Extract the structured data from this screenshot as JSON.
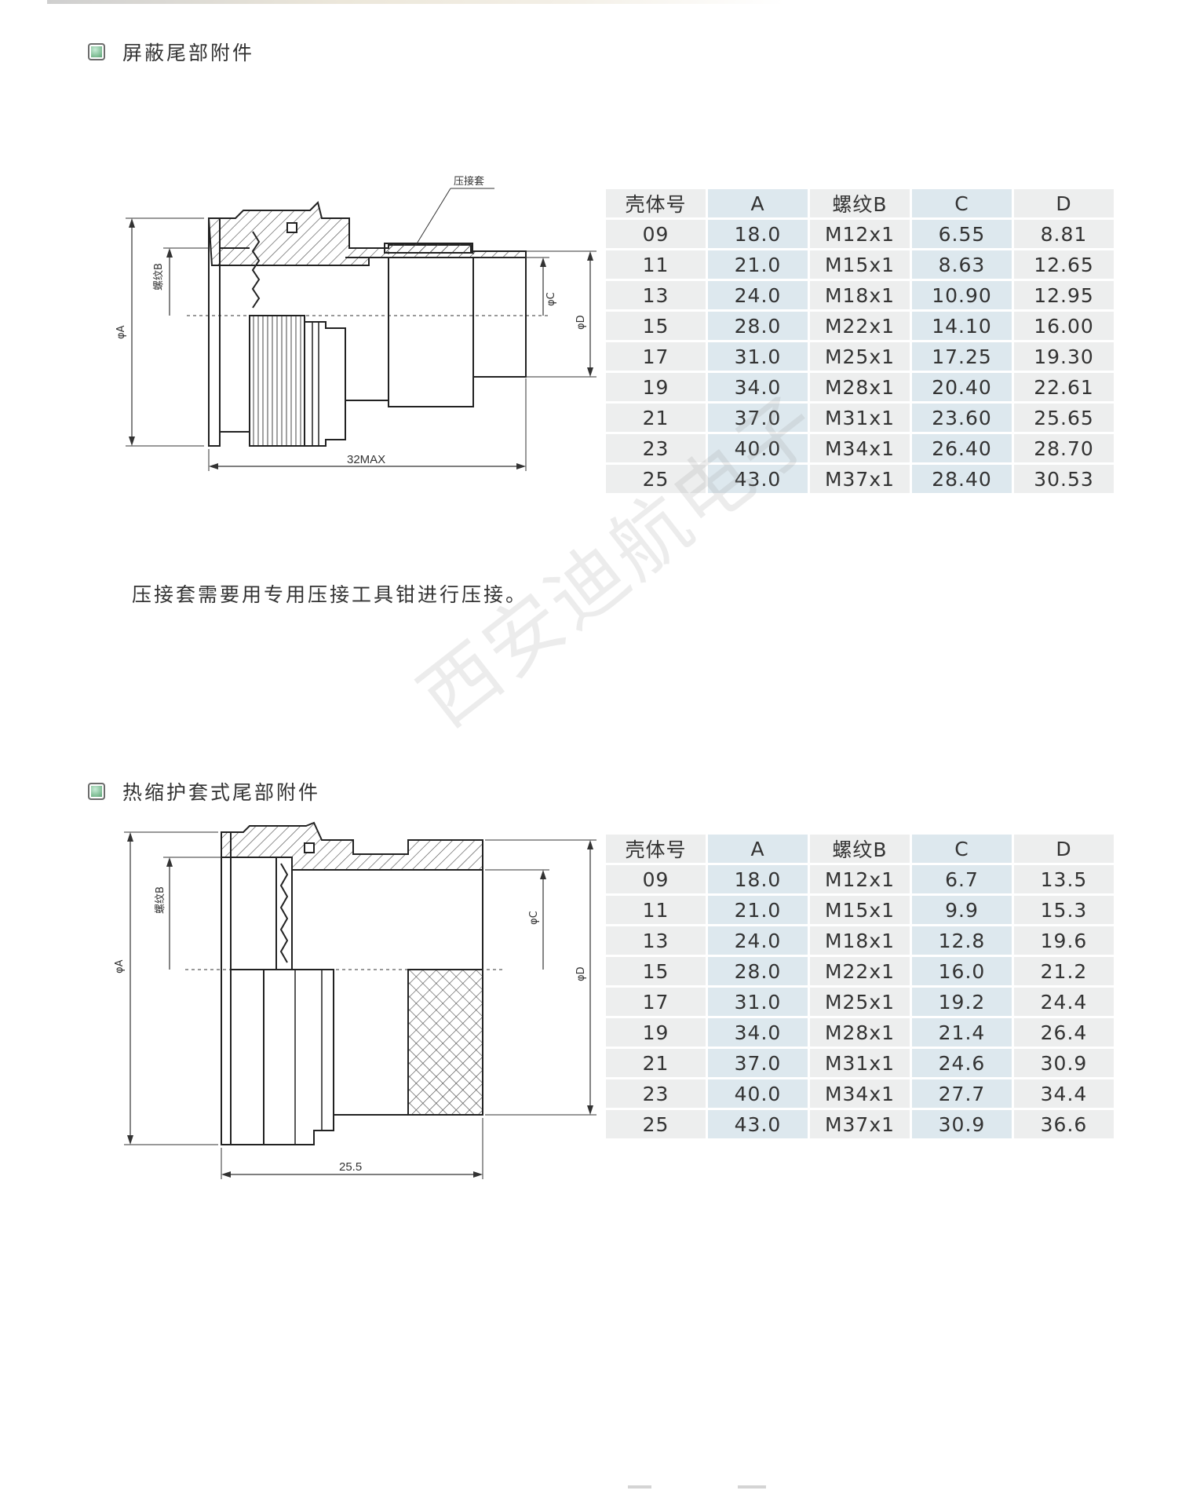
{
  "sections": [
    {
      "title": "屏蔽尾部附件",
      "drawing": {
        "label_crimp_sleeve": "压接套",
        "label_thread_b": "螺纹B",
        "label_dia_a": "φA",
        "label_dia_c": "φC",
        "label_dia_d": "φD",
        "label_length": "32MAX"
      },
      "table": {
        "headers": [
          "壳体号",
          "A",
          "螺纹B",
          "C",
          "D"
        ],
        "rows": [
          [
            "09",
            "18.0",
            "M12x1",
            "6.55",
            "8.81"
          ],
          [
            "11",
            "21.0",
            "M15x1",
            "8.63",
            "12.65"
          ],
          [
            "13",
            "24.0",
            "M18x1",
            "10.90",
            "12.95"
          ],
          [
            "15",
            "28.0",
            "M22x1",
            "14.10",
            "16.00"
          ],
          [
            "17",
            "31.0",
            "M25x1",
            "17.25",
            "19.30"
          ],
          [
            "19",
            "34.0",
            "M28x1",
            "20.40",
            "22.61"
          ],
          [
            "21",
            "37.0",
            "M31x1",
            "23.60",
            "25.65"
          ],
          [
            "23",
            "40.0",
            "M34x1",
            "26.40",
            "28.70"
          ],
          [
            "25",
            "43.0",
            "M37x1",
            "28.40",
            "30.53"
          ]
        ]
      },
      "note": "压接套需要用专用压接工具钳进行压接。"
    },
    {
      "title": "热缩护套式尾部附件",
      "drawing": {
        "label_thread_b": "螺纹B",
        "label_dia_a": "φA",
        "label_dia_c": "φC",
        "label_dia_d": "φD",
        "label_length": "25.5"
      },
      "table": {
        "headers": [
          "壳体号",
          "A",
          "螺纹B",
          "C",
          "D"
        ],
        "rows": [
          [
            "09",
            "18.0",
            "M12x1",
            "6.7",
            "13.5"
          ],
          [
            "11",
            "21.0",
            "M15x1",
            "9.9",
            "15.3"
          ],
          [
            "13",
            "24.0",
            "M18x1",
            "12.8",
            "19.6"
          ],
          [
            "15",
            "28.0",
            "M22x1",
            "16.0",
            "21.2"
          ],
          [
            "17",
            "31.0",
            "M25x1",
            "19.2",
            "24.4"
          ],
          [
            "19",
            "34.0",
            "M28x1",
            "21.4",
            "26.4"
          ],
          [
            "21",
            "37.0",
            "M31x1",
            "24.6",
            "30.9"
          ],
          [
            "23",
            "40.0",
            "M34x1",
            "27.7",
            "34.4"
          ],
          [
            "25",
            "43.0",
            "M37x1",
            "30.9",
            "36.6"
          ]
        ]
      }
    }
  ],
  "watermark": "西安迪航电子",
  "colors": {
    "header_cell": "#edeeee",
    "header_cell_alt": "#dde8ee",
    "bullet_green": "#79b98f"
  }
}
